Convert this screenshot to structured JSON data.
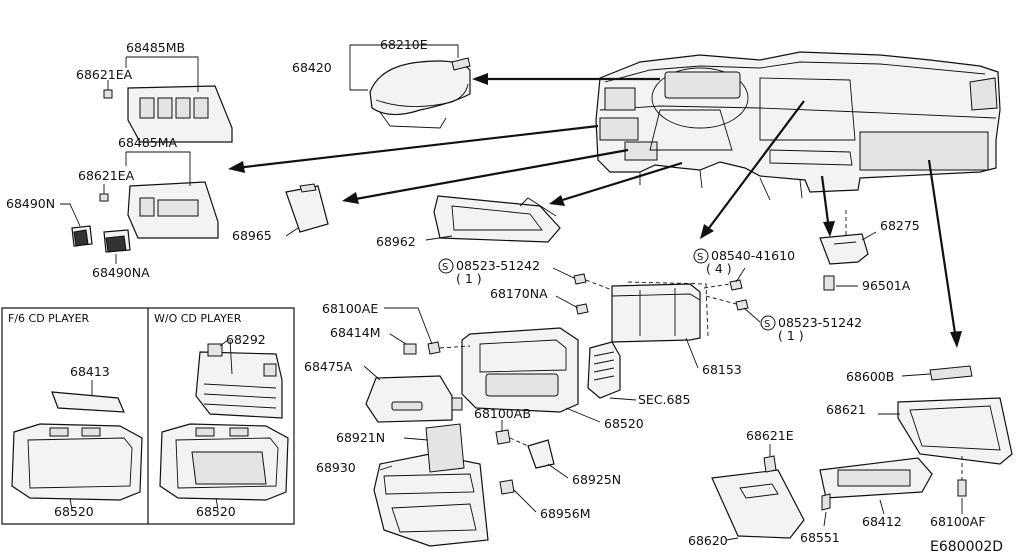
{
  "diagram_code": "E680002D",
  "inset": {
    "left_title": "F/6 CD PLAYER",
    "right_title": "W/O CD PLAYER"
  },
  "callouts": {
    "c68485MB": "68485MB",
    "c68621EA_top": "68621EA",
    "c68485MA": "68485MA",
    "c68621EA_mid": "68621EA",
    "c68490N": "68490N",
    "c68490NA": "68490NA",
    "c68420": "68420",
    "c68210E": "68210E",
    "c68965": "68965",
    "c68962": "68962",
    "c08523_top_num": "08523-51242",
    "c08523_top_qty": "( 1 )",
    "c68170NA": "68170NA",
    "c08540_num": "08540-41610",
    "c08540_qty": "( 4 )",
    "c08523_right_num": "08523-51242",
    "c08523_right_qty": "( 1 )",
    "c68153": "68153",
    "c68275": "68275",
    "c96501A": "96501A",
    "c68100AE": "68100AE",
    "c68414M": "68414M",
    "c68475A": "68475A",
    "c68520_main": "68520",
    "cSEC685": "SEC.685",
    "c68100AB": "68100AB",
    "c68925N": "68925N",
    "c68921N": "68921N",
    "c68930": "68930",
    "c68956M": "68956M",
    "c68413": "68413",
    "c68520_left": "68520",
    "c68292": "68292",
    "c68520_right": "68520",
    "c68600B": "68600B",
    "c68621": "68621",
    "c68621E": "68621E",
    "c68620": "68620",
    "c68551": "68551",
    "c68412": "68412",
    "c68100AF": "68100AF"
  },
  "screw_symbol_letter": "S"
}
